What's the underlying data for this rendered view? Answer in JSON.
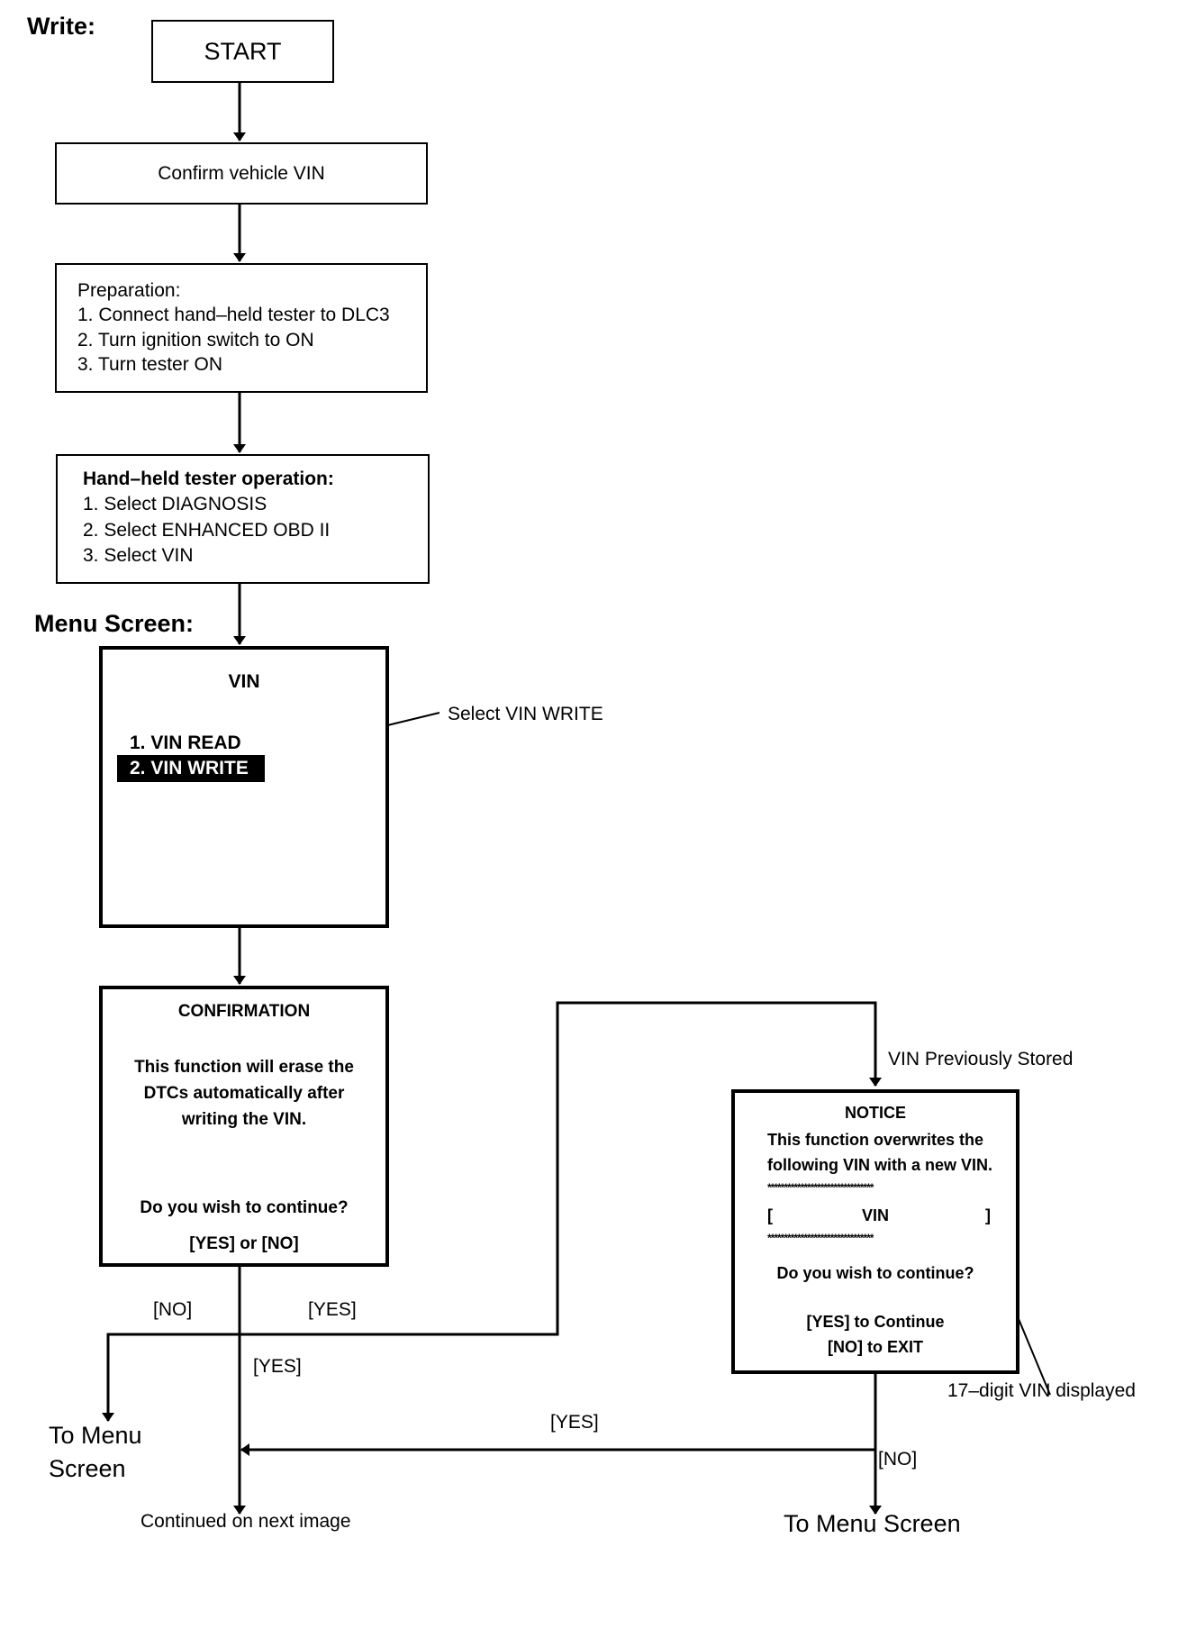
{
  "headings": {
    "write": "Write:",
    "menu_screen": "Menu Screen:"
  },
  "nodes": {
    "start": "START",
    "confirm_vin": "Confirm vehicle VIN",
    "preparation": {
      "title": "Preparation:",
      "steps": [
        "1. Connect hand–held tester to DLC3",
        "2. Turn ignition switch to ON",
        "3. Turn tester ON"
      ]
    },
    "tester_operation": {
      "title": "Hand–held tester operation:",
      "steps": [
        "1. Select DIAGNOSIS",
        "2. Select ENHANCED OBD II",
        "3. Select VIN"
      ]
    },
    "vin_screen": {
      "title": "VIN",
      "items": [
        "1. VIN READ",
        "2. VIN WRITE"
      ],
      "callout": "Select VIN WRITE"
    },
    "confirmation_screen": {
      "title": "CONFIRMATION",
      "message": [
        "This function will erase the",
        "DTCs automatically after",
        "writing the VIN."
      ],
      "question": "Do you wish to continue?",
      "options": "[YES] or [NO]"
    },
    "notice_screen": {
      "title": "NOTICE",
      "message": [
        "This function overwrites the",
        "following VIN with a new VIN."
      ],
      "stars": "********************************",
      "vin_open": "[",
      "vin_label": "VIN",
      "vin_close": "]",
      "question": "Do you wish to continue?",
      "opt_yes": "[YES] to Continue",
      "opt_no": "[NO] to EXIT",
      "callout": "17–digit VIN displayed"
    }
  },
  "edge_labels": {
    "vin_previously_stored": "VIN Previously Stored",
    "no_left": "[NO]",
    "yes_right": "[YES]",
    "yes_down": "[YES]",
    "yes_return": "[YES]",
    "no_notice": "[NO]"
  },
  "terminals": {
    "menu_left_1": "To Menu",
    "menu_left_2": "Screen",
    "continued": "Continued on next image",
    "menu_right": "To Menu Screen"
  }
}
